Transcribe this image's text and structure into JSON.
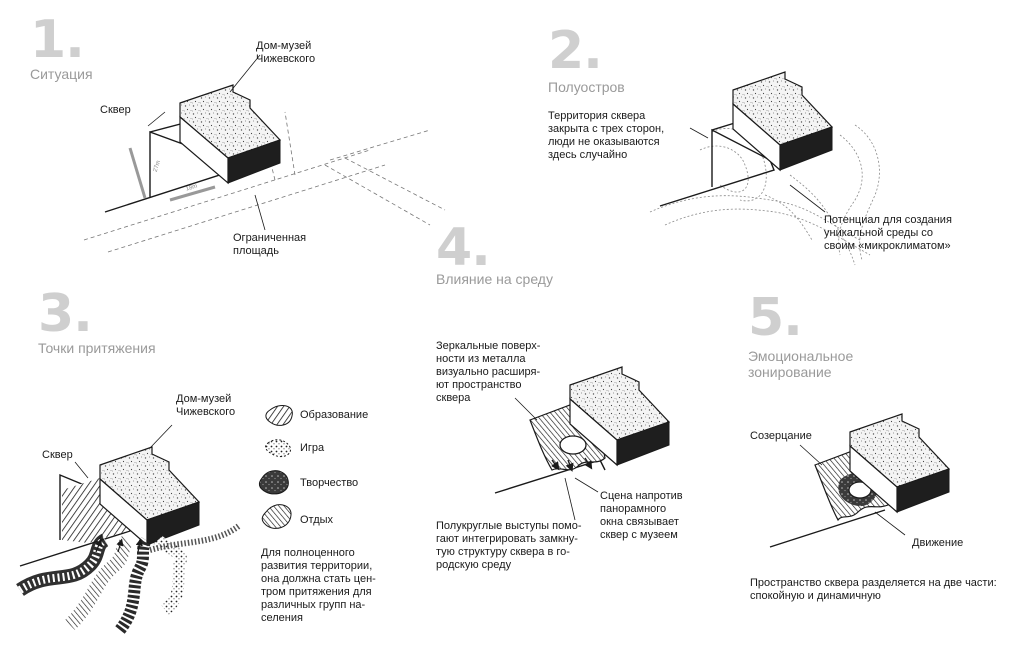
{
  "sections": {
    "s1": {
      "number": "1.",
      "title": "Ситуация",
      "museum": "Дом-музей\nЧижевского",
      "square": "Сквер",
      "limited": "Ограниченная\nплощадь",
      "dim_a": "27m",
      "dim_b": "18m"
    },
    "s2": {
      "number": "2.",
      "title": "Полуостров",
      "closed": "Территория сквера\nзакрыта с трех сторон,\nлюди не оказываются\nздесь случайно",
      "potential": "Потенциал для создания\nуникальной среды со\nсвоим «микроклиматом»"
    },
    "s3": {
      "number": "3.",
      "title": "Точки притяжения",
      "museum": "Дом-музей\nЧижевского",
      "square": "Сквер",
      "legend": [
        "Образование",
        "Игра",
        "Творчество",
        "Отдых"
      ],
      "development": "Для полноценного\nразвития территории,\nона должна стать цен-\nтром притяжения для\nразличных групп на-\nселения"
    },
    "s4": {
      "number": "4.",
      "title": "Влияние на среду",
      "mirror": "Зеркальные поверх-\nности из металла\nвизуально расширя-\nют пространство\nсквера",
      "scene": "Сцена напротив\nпанорамного\nокна связывает\nсквер с музеем",
      "semicircle": "Полукруглые выступы помо-\nгают интегрировать замкну-\nтую структуру сквера в го-\nродскую среду"
    },
    "s5": {
      "number": "5.",
      "title": "Эмоциональное\nзонирование",
      "contemplation": "Созерцание",
      "movement": "Движение",
      "division": "Пространство сквера разделяется на две части:\nспокойную и динамичную"
    }
  },
  "colors": {
    "number": "#cfcfcf",
    "title": "#9a9a9a",
    "text": "#1a1a1a",
    "stroke": "#1a1a1a"
  }
}
